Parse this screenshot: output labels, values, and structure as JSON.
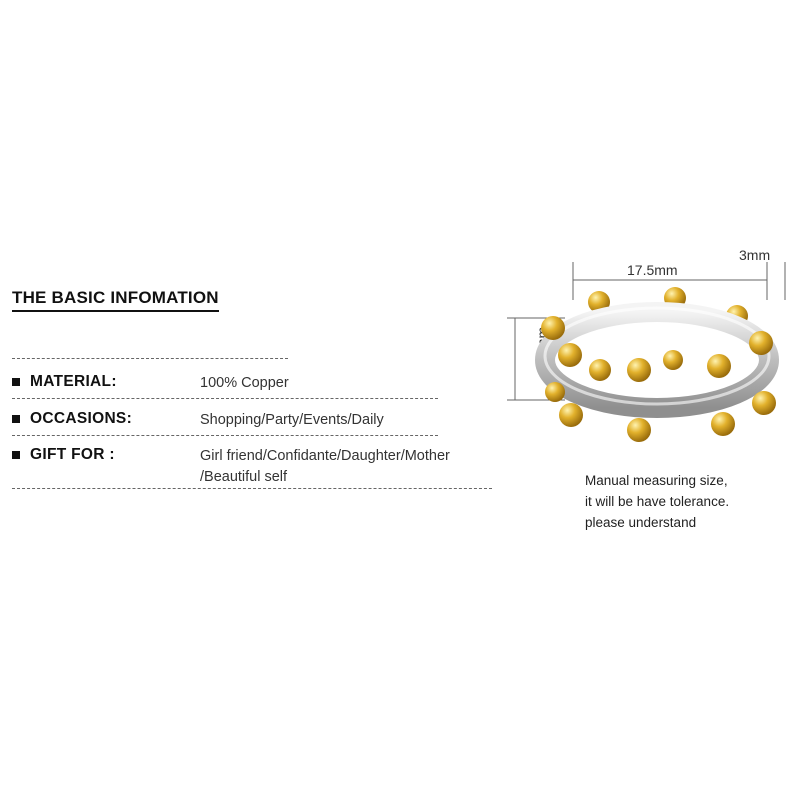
{
  "heading": "THE BASIC INFOMATION",
  "rows": [
    {
      "label": "MATERIAL:",
      "value": "100% Copper"
    },
    {
      "label": "OCCASIONS:",
      "value": "Shopping/Party/Events/Daily"
    },
    {
      "label": "GIFT FOR :",
      "value_line1": "Girl friend/Confidante/Daughter/Mother",
      "value_line2": "/Beautiful self"
    }
  ],
  "dimensions": {
    "width": "17.5mm",
    "band": "3mm",
    "height": "9mm"
  },
  "note": {
    "line1": "Manual measuring size,",
    "line2": "it will be have tolerance.",
    "line3": "please understand"
  },
  "colors": {
    "silver": "#d9d9d9",
    "gold": "#d6a21e"
  }
}
